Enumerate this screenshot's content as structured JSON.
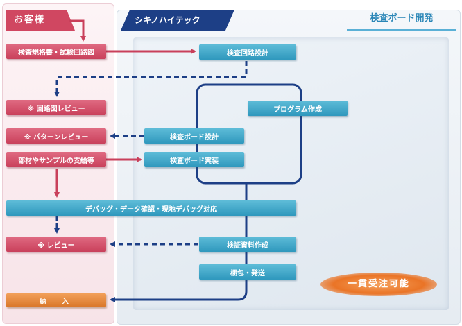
{
  "header": {
    "customer": "お客様",
    "company": "シキノハイテック",
    "department": "検査ボード開発"
  },
  "customer_steps": {
    "spec": "検査規格書・試験回路図",
    "circuit_review": "※ 回路図レビュー",
    "pattern_review": "※ パターンレビュー",
    "parts_supply": "部材やサンプルの支給等",
    "review": "※ レビュー",
    "delivery": "納　入"
  },
  "company_steps": {
    "circuit_design": "検査回路設計",
    "program": "プログラム作成",
    "board_design": "検査ボード設計",
    "board_mount": "検査ボード実装",
    "debug": "デバッグ・データ確認・現地デバッグ対応",
    "docs": "検証資料作成",
    "packing": "梱包・発送"
  },
  "badge": "一貫受注可能",
  "colors": {
    "customer": "#d04761",
    "company": "#1d3f86",
    "step_blue": "#3aa5c8",
    "step_pink": "#d2506a",
    "delivery": "#e0843a"
  }
}
